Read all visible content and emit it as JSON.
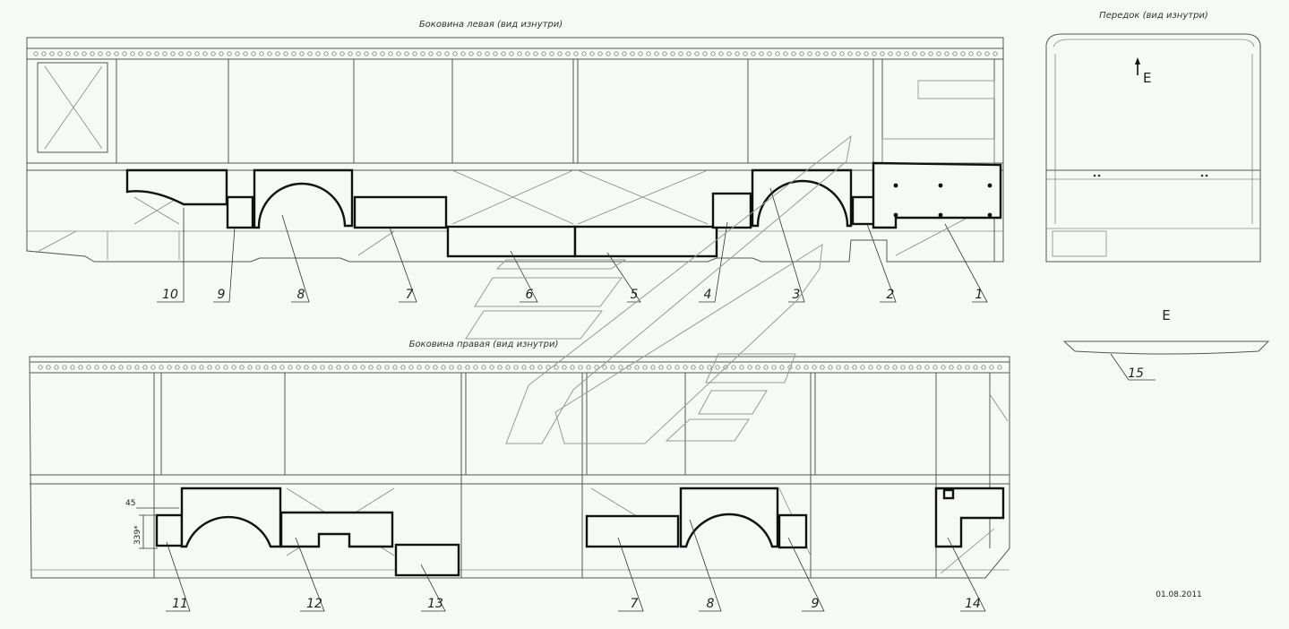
{
  "titles": {
    "left_side": "Боковина левая (вид изнутри)",
    "front": "Передок (вид изнутри)",
    "right_side": "Боковина правая (вид изнутри)"
  },
  "view_marks": {
    "arrow_letter": "E",
    "section_letter": "E"
  },
  "dimensions": {
    "offset": "45",
    "height": "339*"
  },
  "date": "01.08.2011",
  "callouts_left": [
    "10",
    "9",
    "8",
    "7",
    "6",
    "5",
    "4",
    "3",
    "2",
    "1"
  ],
  "callouts_right": [
    "11",
    "12",
    "13",
    "7",
    "8",
    "9",
    "14"
  ],
  "callout_section": "15"
}
